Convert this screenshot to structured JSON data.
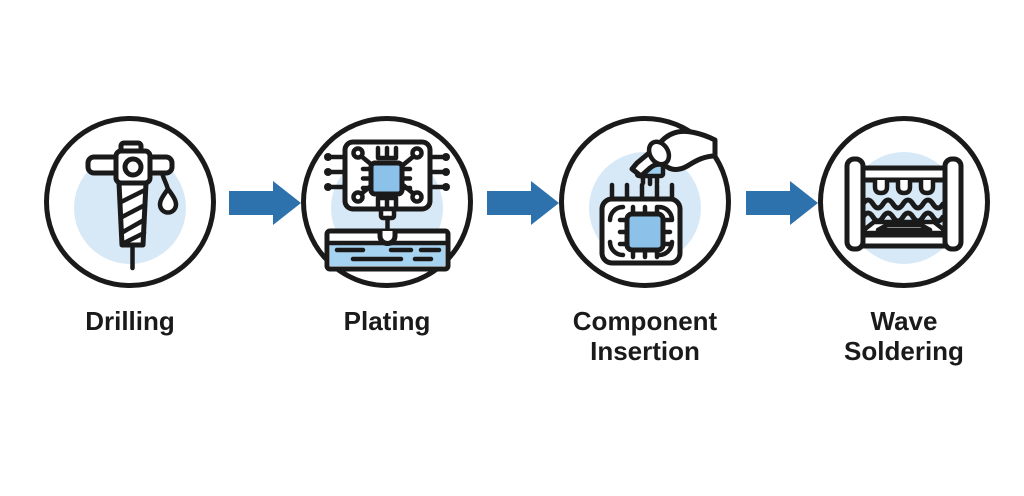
{
  "diagram": {
    "type": "process-flow",
    "direction": "left-to-right",
    "steps": [
      {
        "label": "Drilling",
        "icon": "drill-icon"
      },
      {
        "label": "Plating",
        "icon": "pcb-plating-bath-icon"
      },
      {
        "label": "Component Insertion",
        "icon": "hand-inserting-chip-icon"
      },
      {
        "label": "Wave Soldering",
        "icon": "wave-soldering-machine-icon"
      }
    ],
    "connector_icon": "arrow-right-icon",
    "colors": {
      "background": "#ffffff",
      "outline": "#1a1a1a",
      "label_text": "#1a1a1a",
      "arrow": "#2e72ad",
      "accent_circle": "#d7e9f7",
      "chip_fill": "#8cc2e9",
      "component_fill": "#9fcfee",
      "liquid_fill": "#a6d3f0"
    }
  }
}
